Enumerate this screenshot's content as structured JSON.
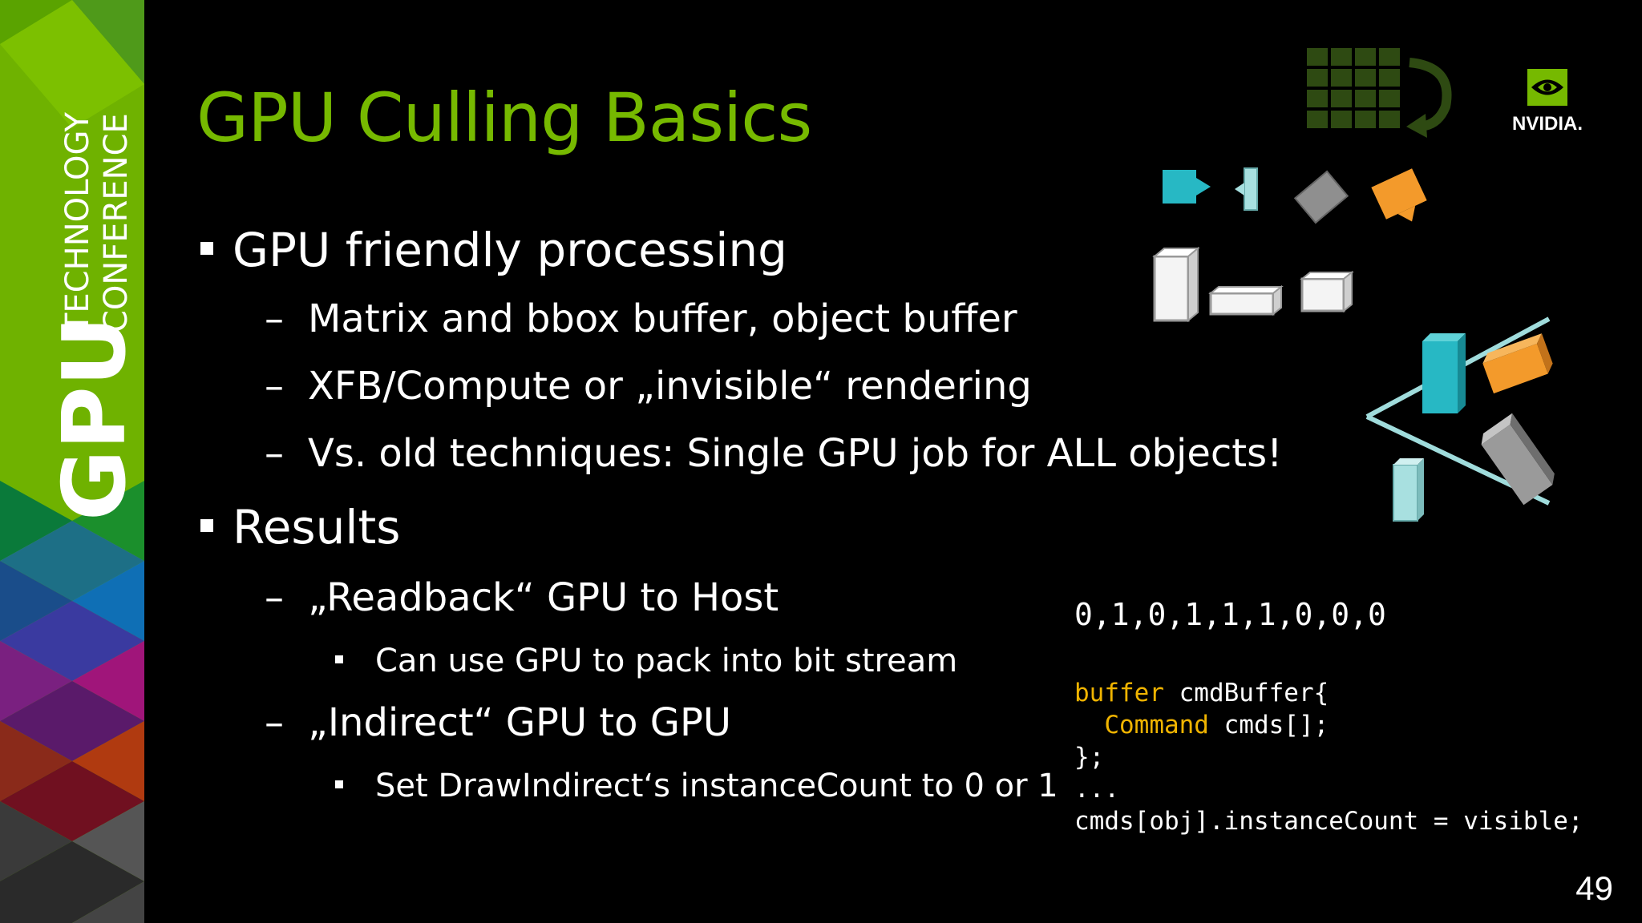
{
  "sidebar": {
    "brand_big": "GPU",
    "brand_line1": "TECHNOLOGY",
    "brand_line2": "CONFERENCE"
  },
  "slide": {
    "title": "GPU Culling Basics",
    "bullets": [
      {
        "text": "GPU friendly processing"
      },
      {
        "text": "Matrix and bbox buffer, object buffer"
      },
      {
        "text": "XFB/Compute or „invisible“ rendering"
      },
      {
        "text": "Vs. old techniques: Single GPU job for ALL objects!"
      },
      {
        "text": "Results"
      },
      {
        "text": "„Readback“ GPU to Host"
      },
      {
        "text": "Can use GPU to pack into bit stream"
      },
      {
        "text": "„Indirect“ GPU to GPU"
      },
      {
        "text": "Set DrawIndirect‘s instanceCount to 0 or 1"
      }
    ],
    "bitstream": "0,1,0,1,1,1,0,0,0",
    "code": {
      "kw1": "buffer",
      "line1_rest": " cmdBuffer{",
      "indent": "  ",
      "kw2": "Command",
      "line2_rest": " cmds[];",
      "line3": "};",
      "line4": "...",
      "line5": "cmds[obj].instanceCount = visible;"
    },
    "page_number": "49"
  },
  "logo": {
    "text": "NVIDIA."
  },
  "colors": {
    "accent_green": "#76b900",
    "keyword": "#f0b400",
    "cyan": "#2fbcc4",
    "orange": "#f39a2b"
  },
  "icons": [
    "grid-arrow-icon",
    "nvidia-logo-icon",
    "culling-scene-illustration"
  ]
}
